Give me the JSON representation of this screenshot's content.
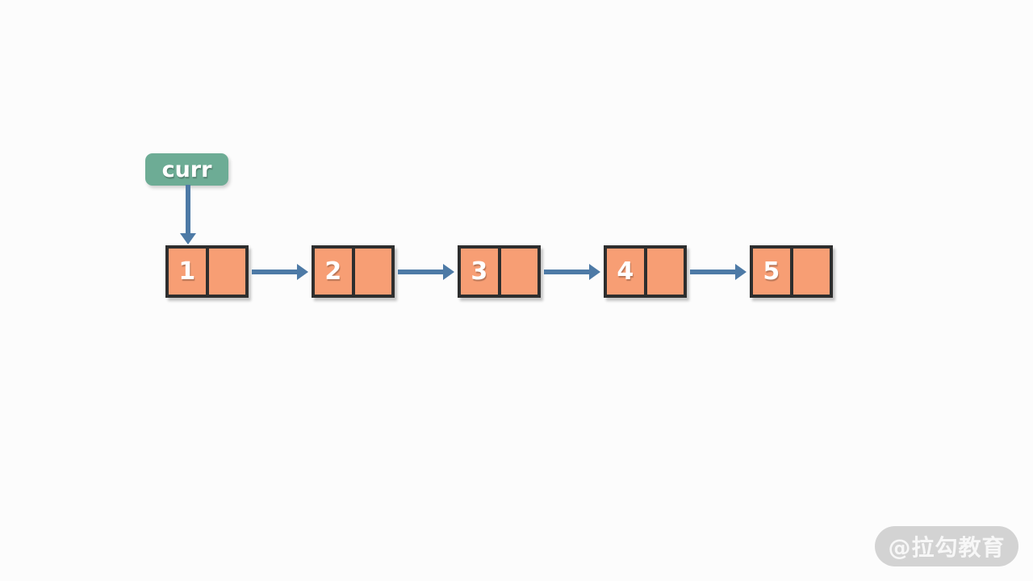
{
  "diagram": {
    "pointer_label": "curr",
    "nodes": [
      {
        "value": "1"
      },
      {
        "value": "2"
      },
      {
        "value": "3"
      },
      {
        "value": "4"
      },
      {
        "value": "5"
      }
    ],
    "watermark": "@拉勾教育",
    "colors": {
      "background": "#fcfcfc",
      "pointer_fill": "#6dac95",
      "node_fill": "#f79e74",
      "node_border": "#2e2e2e",
      "arrow": "#4d7aa6",
      "watermark_fill": "#d3d3d3",
      "text": "#ffffff"
    }
  }
}
